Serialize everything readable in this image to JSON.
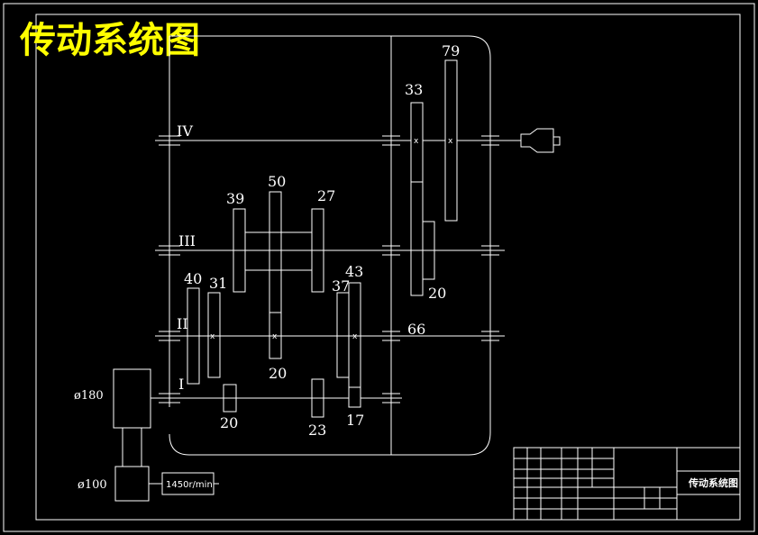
{
  "title": "传动系统图",
  "shafts": {
    "shaft_1": "I",
    "shaft_2": "II",
    "shaft_3": "III",
    "shaft_4": "IV"
  },
  "pulleys": {
    "large_diameter": "ø180",
    "small_diameter": "ø100"
  },
  "motor": {
    "speed": "1450r/min"
  },
  "gears": {
    "g40": "40",
    "g31": "31",
    "g20_s2": "20",
    "g39": "39",
    "g50": "50",
    "g27": "27",
    "g20_s1": "20",
    "g23": "23",
    "g37": "37",
    "g43": "43",
    "g17": "17",
    "g33": "33",
    "g79": "79",
    "g20_s3": "20",
    "g66": "66"
  },
  "marks": {
    "x": "x"
  },
  "title_block": {
    "drawing_name": "传动系统图"
  }
}
